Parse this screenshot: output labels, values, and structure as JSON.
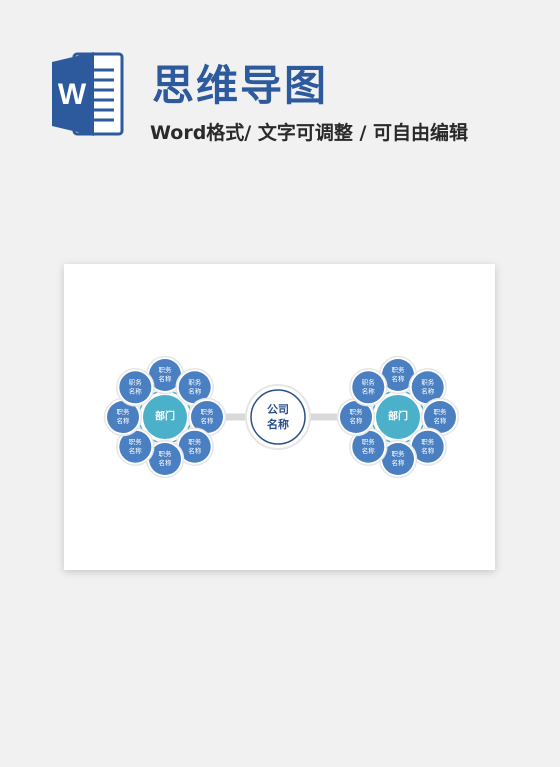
{
  "header": {
    "icon_letter": "W",
    "title": "思维导图",
    "subtitle": "Word格式/ 文字可调整 / 可自由编辑"
  },
  "diagram": {
    "center": {
      "line1": "公司",
      "line2": "名称"
    },
    "left": {
      "hub": "部门",
      "nodes": [
        {
          "line1": "职务",
          "line2": "名称"
        },
        {
          "line1": "职务",
          "line2": "名称"
        },
        {
          "line1": "职务",
          "line2": "名称"
        },
        {
          "line1": "职务",
          "line2": "名称"
        },
        {
          "line1": "职务",
          "line2": "名称"
        },
        {
          "line1": "职务",
          "line2": "名称"
        },
        {
          "line1": "职务",
          "line2": "名称"
        },
        {
          "line1": "职务",
          "line2": "名称"
        }
      ]
    },
    "right": {
      "hub": "部门",
      "nodes": [
        {
          "line1": "职务",
          "line2": "名称"
        },
        {
          "line1": "职务",
          "line2": "名称"
        },
        {
          "line1": "职务",
          "line2": "名称"
        },
        {
          "line1": "职务",
          "line2": "名称"
        },
        {
          "line1": "职务",
          "line2": "名称"
        },
        {
          "line1": "职务",
          "line2": "名称"
        },
        {
          "line1": "职务",
          "line2": "名称"
        },
        {
          "line1": "职务",
          "line2": "名称"
        }
      ]
    },
    "colors": {
      "node": "#4a7fc1",
      "hub": "#4bb0c9",
      "center_text": "#2a4f8a",
      "connector": "#d9d9d9",
      "ring": "#e6e6e6"
    }
  }
}
